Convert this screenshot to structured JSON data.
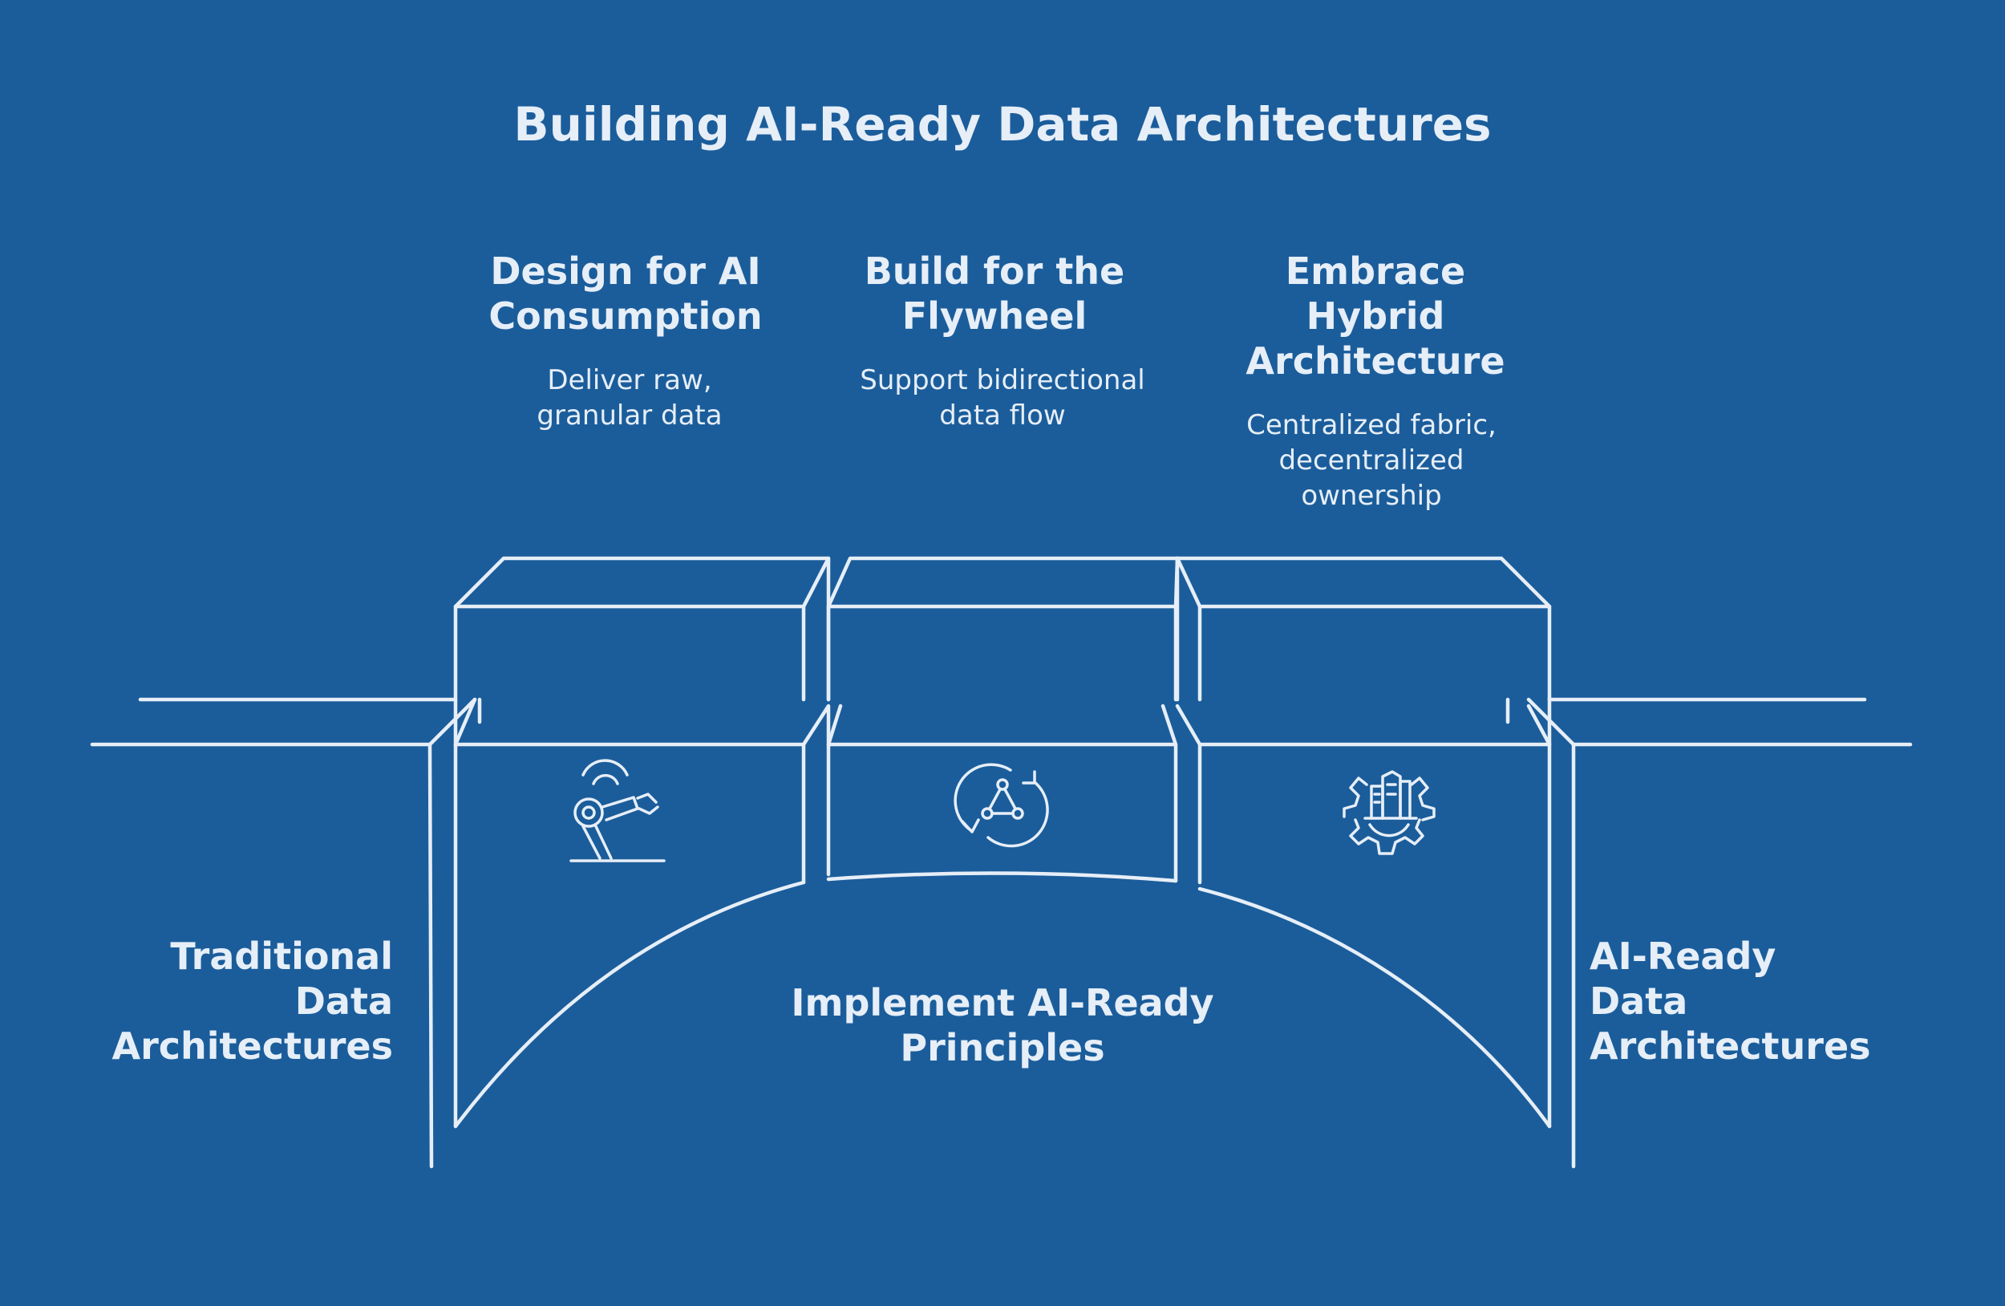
{
  "title": "Building AI-Ready Data Architectures",
  "pillars": [
    {
      "title": "Design for AI\nConsumption",
      "description": "Deliver raw,\ngranular data",
      "icon": "robotic-arm-icon"
    },
    {
      "title": "Build for the\nFlywheel",
      "description": "Support bidirectional\ndata flow",
      "icon": "cycle-network-icon"
    },
    {
      "title": "Embrace\nHybrid\nArchitecture",
      "description": "Centralized fabric,\ndecentralized\nownership",
      "icon": "building-gear-icon"
    }
  ],
  "left_label": "Traditional\nData\nArchitectures",
  "right_label": "AI-Ready\nData\nArchitectures",
  "center_label": "Implement AI-Ready\nPrinciples",
  "colors": {
    "background": "#1b5d9b",
    "line": "#e6eef7"
  }
}
